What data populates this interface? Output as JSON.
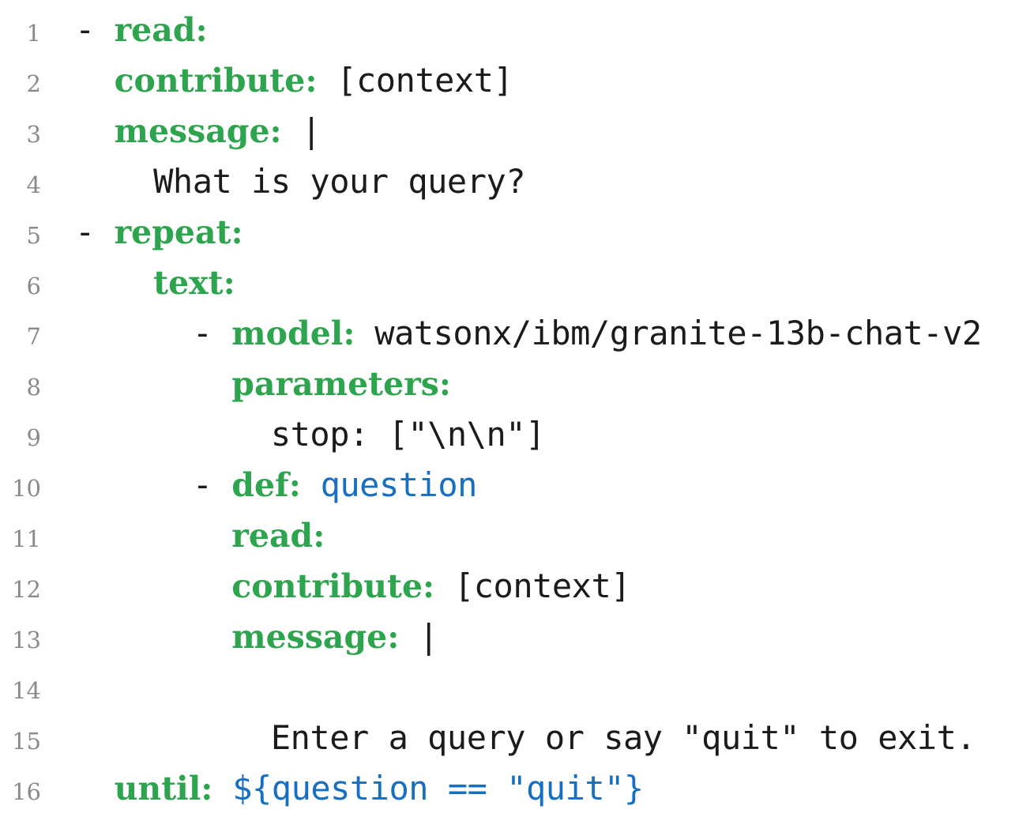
{
  "colors": {
    "keyword": "#2EA44F",
    "expression": "#176FC1",
    "value_text": "#1B1B1B",
    "line_number": "#8A8A8A",
    "background": "#FFFFFF"
  },
  "listing": {
    "lines": [
      {
        "n": "1",
        "tokens": [
          {
            "c": "plain",
            "t": "- "
          },
          {
            "c": "key",
            "t": "read:"
          }
        ]
      },
      {
        "n": "2",
        "tokens": [
          {
            "c": "plain",
            "t": "  "
          },
          {
            "c": "key",
            "t": "contribute:"
          },
          {
            "c": "plain",
            "t": " [context]"
          }
        ]
      },
      {
        "n": "3",
        "tokens": [
          {
            "c": "plain",
            "t": "  "
          },
          {
            "c": "key",
            "t": "message:"
          },
          {
            "c": "plain",
            "t": " |"
          }
        ]
      },
      {
        "n": "4",
        "tokens": [
          {
            "c": "plain",
            "t": "    What is your query?"
          }
        ]
      },
      {
        "n": "5",
        "tokens": [
          {
            "c": "plain",
            "t": "- "
          },
          {
            "c": "key",
            "t": "repeat:"
          }
        ]
      },
      {
        "n": "6",
        "tokens": [
          {
            "c": "plain",
            "t": "    "
          },
          {
            "c": "key",
            "t": "text:"
          }
        ]
      },
      {
        "n": "7",
        "tokens": [
          {
            "c": "plain",
            "t": "      - "
          },
          {
            "c": "key",
            "t": "model:"
          },
          {
            "c": "plain",
            "t": " watsonx/ibm/granite-13b-chat-v2"
          }
        ]
      },
      {
        "n": "8",
        "tokens": [
          {
            "c": "plain",
            "t": "        "
          },
          {
            "c": "key",
            "t": "parameters:"
          }
        ]
      },
      {
        "n": "9",
        "tokens": [
          {
            "c": "plain",
            "t": "          stop: [\"\\n\\n\"]"
          }
        ]
      },
      {
        "n": "10",
        "tokens": [
          {
            "c": "plain",
            "t": "      - "
          },
          {
            "c": "key",
            "t": "def:"
          },
          {
            "c": "var",
            "t": " question"
          }
        ]
      },
      {
        "n": "11",
        "tokens": [
          {
            "c": "plain",
            "t": "        "
          },
          {
            "c": "key",
            "t": "read:"
          }
        ]
      },
      {
        "n": "12",
        "tokens": [
          {
            "c": "plain",
            "t": "        "
          },
          {
            "c": "key",
            "t": "contribute:"
          },
          {
            "c": "plain",
            "t": " [context]"
          }
        ]
      },
      {
        "n": "13",
        "tokens": [
          {
            "c": "plain",
            "t": "        "
          },
          {
            "c": "key",
            "t": "message:"
          },
          {
            "c": "plain",
            "t": " |"
          }
        ]
      },
      {
        "n": "14",
        "tokens": []
      },
      {
        "n": "15",
        "tokens": [
          {
            "c": "plain",
            "t": "          Enter a query or say \"quit\" to exit."
          }
        ]
      },
      {
        "n": "16",
        "tokens": [
          {
            "c": "plain",
            "t": "  "
          },
          {
            "c": "key",
            "t": "until:"
          },
          {
            "c": "var",
            "t": " ${question == \"quit\"}"
          }
        ]
      }
    ]
  }
}
